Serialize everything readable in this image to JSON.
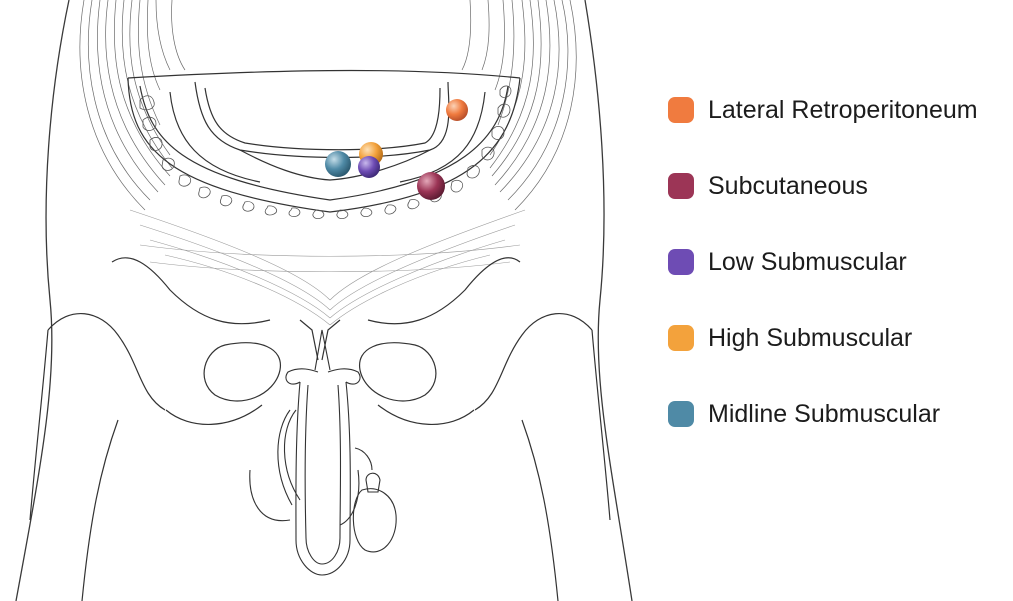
{
  "legend": {
    "items": [
      {
        "label": "Lateral Retroperitoneum",
        "color": "#f07b3f"
      },
      {
        "label": "Subcutaneous",
        "color": "#9c3556"
      },
      {
        "label": "Low Submuscular",
        "color": "#6e4cb4"
      },
      {
        "label": "High Submuscular",
        "color": "#f3a23c"
      },
      {
        "label": "Midline Submuscular",
        "color": "#4f8aa6"
      }
    ]
  },
  "illustration": {
    "subject": "pelvis-with-penile-prosthesis",
    "markers": [
      {
        "location": "Lateral Retroperitoneum",
        "color": "#f07b3f"
      },
      {
        "location": "Subcutaneous",
        "color": "#9c3556"
      },
      {
        "location": "Low Submuscular",
        "color": "#6e4cb4"
      },
      {
        "location": "High Submuscular",
        "color": "#f3a23c"
      },
      {
        "location": "Midline Submuscular",
        "color": "#4f8aa6"
      }
    ]
  }
}
